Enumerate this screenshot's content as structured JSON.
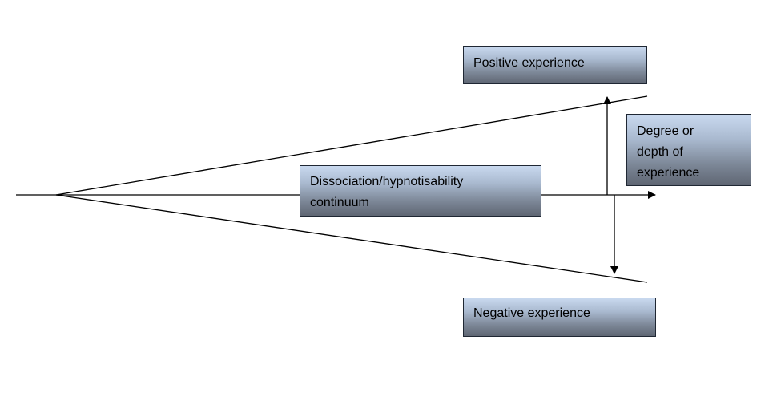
{
  "diagram": {
    "boxes": {
      "positive": {
        "label": "Positive experience"
      },
      "dissociation": {
        "line1": "Dissociation/hypnotisability",
        "line2": "continuum"
      },
      "degree": {
        "line1": "Degree or",
        "line2": "depth of",
        "line3": "experience"
      },
      "negative": {
        "label": "Negative experience"
      }
    },
    "colors": {
      "line": "#000000",
      "box_border": "#1f2733",
      "box_gradient_top": "#c9d9ef",
      "box_gradient_bottom": "#5f6673"
    }
  }
}
